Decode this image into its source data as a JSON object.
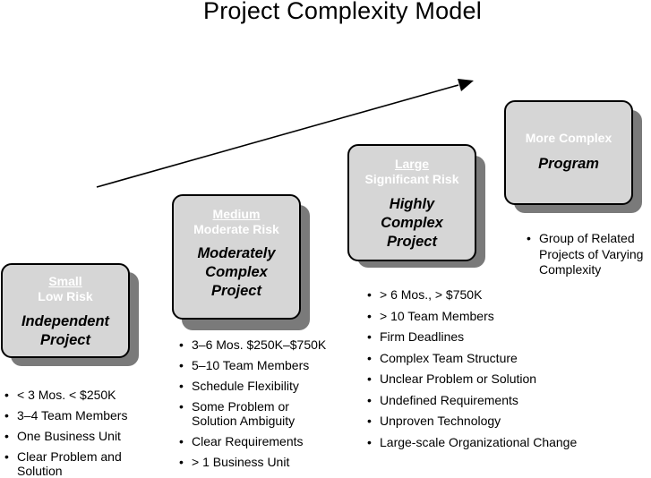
{
  "title": "Project Complexity Model",
  "tiers": [
    {
      "size": "Small",
      "risk": "Low Risk",
      "project_type": [
        "Independent",
        "Project"
      ],
      "bullets": [
        "< 3 Mos. < $250K",
        "3–4 Team Members",
        "One Business Unit",
        "Clear Problem and Solution"
      ]
    },
    {
      "size": "Medium",
      "risk": "Moderate Risk",
      "project_type": [
        "Moderately",
        "Complex",
        "Project"
      ],
      "bullets": [
        "3–6 Mos. $250K–$750K",
        "5–10 Team Members",
        "Schedule Flexibility",
        "Some Problem or Solution Ambiguity",
        "Clear Requirements",
        "> 1 Business Unit"
      ]
    },
    {
      "size": "Large",
      "risk": "Significant Risk",
      "project_type": [
        "Highly",
        "Complex",
        "Project"
      ],
      "bullets": [
        "> 6 Mos., > $750K",
        "> 10 Team Members",
        "Firm Deadlines",
        "Complex Team Structure",
        "Unclear Problem or Solution",
        "Undefined Requirements",
        "Unproven Technology",
        "Large-scale Organizational Change"
      ]
    },
    {
      "size": "More Complex",
      "project_type": [
        "Program"
      ],
      "bullets": [
        "Group of Related Projects of Varying Complexity"
      ]
    }
  ]
}
